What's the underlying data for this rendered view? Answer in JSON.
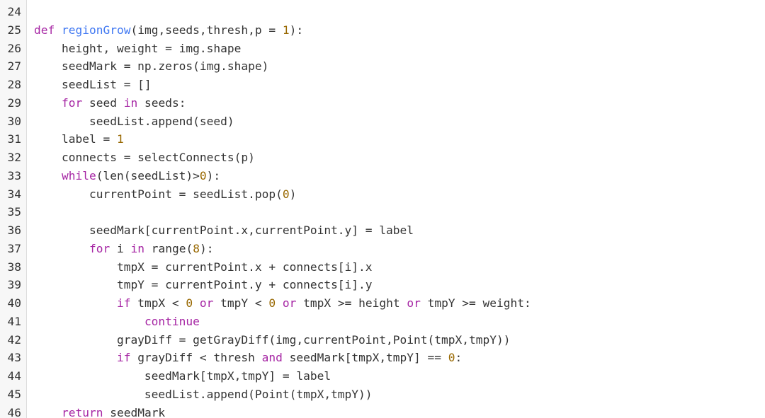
{
  "editor": {
    "lines": [
      {
        "num": "24",
        "tokens": []
      },
      {
        "num": "25",
        "tokens": [
          {
            "t": "kw",
            "v": "def"
          },
          {
            "t": "plain",
            "v": " "
          },
          {
            "t": "fn",
            "v": "regionGrow"
          },
          {
            "t": "plain",
            "v": "(img,seeds,thresh,p = "
          },
          {
            "t": "num",
            "v": "1"
          },
          {
            "t": "plain",
            "v": "):"
          }
        ]
      },
      {
        "num": "26",
        "tokens": [
          {
            "t": "plain",
            "v": "    height, weight = img.shape"
          }
        ]
      },
      {
        "num": "27",
        "tokens": [
          {
            "t": "plain",
            "v": "    seedMark = np.zeros(img.shape)"
          }
        ]
      },
      {
        "num": "28",
        "tokens": [
          {
            "t": "plain",
            "v": "    seedList = []"
          }
        ]
      },
      {
        "num": "29",
        "tokens": [
          {
            "t": "plain",
            "v": "    "
          },
          {
            "t": "kw",
            "v": "for"
          },
          {
            "t": "plain",
            "v": " seed "
          },
          {
            "t": "kw",
            "v": "in"
          },
          {
            "t": "plain",
            "v": " seeds:"
          }
        ]
      },
      {
        "num": "30",
        "tokens": [
          {
            "t": "plain",
            "v": "        seedList.append(seed)"
          }
        ]
      },
      {
        "num": "31",
        "tokens": [
          {
            "t": "plain",
            "v": "    label = "
          },
          {
            "t": "num",
            "v": "1"
          }
        ]
      },
      {
        "num": "32",
        "tokens": [
          {
            "t": "plain",
            "v": "    connects = selectConnects(p)"
          }
        ]
      },
      {
        "num": "33",
        "tokens": [
          {
            "t": "plain",
            "v": "    "
          },
          {
            "t": "kw",
            "v": "while"
          },
          {
            "t": "plain",
            "v": "(len(seedList)>"
          },
          {
            "t": "num",
            "v": "0"
          },
          {
            "t": "plain",
            "v": "):"
          }
        ]
      },
      {
        "num": "34",
        "tokens": [
          {
            "t": "plain",
            "v": "        currentPoint = seedList.pop("
          },
          {
            "t": "num",
            "v": "0"
          },
          {
            "t": "plain",
            "v": ")"
          }
        ]
      },
      {
        "num": "35",
        "tokens": []
      },
      {
        "num": "36",
        "tokens": [
          {
            "t": "plain",
            "v": "        seedMark[currentPoint.x,currentPoint.y] = label"
          }
        ]
      },
      {
        "num": "37",
        "tokens": [
          {
            "t": "plain",
            "v": "        "
          },
          {
            "t": "kw",
            "v": "for"
          },
          {
            "t": "plain",
            "v": " i "
          },
          {
            "t": "kw",
            "v": "in"
          },
          {
            "t": "plain",
            "v": " range("
          },
          {
            "t": "num",
            "v": "8"
          },
          {
            "t": "plain",
            "v": "):"
          }
        ]
      },
      {
        "num": "38",
        "tokens": [
          {
            "t": "plain",
            "v": "            tmpX = currentPoint.x + connects[i].x"
          }
        ]
      },
      {
        "num": "39",
        "tokens": [
          {
            "t": "plain",
            "v": "            tmpY = currentPoint.y + connects[i].y"
          }
        ]
      },
      {
        "num": "40",
        "tokens": [
          {
            "t": "plain",
            "v": "            "
          },
          {
            "t": "kw",
            "v": "if"
          },
          {
            "t": "plain",
            "v": " tmpX < "
          },
          {
            "t": "num",
            "v": "0"
          },
          {
            "t": "plain",
            "v": " "
          },
          {
            "t": "kw",
            "v": "or"
          },
          {
            "t": "plain",
            "v": " tmpY < "
          },
          {
            "t": "num",
            "v": "0"
          },
          {
            "t": "plain",
            "v": " "
          },
          {
            "t": "kw",
            "v": "or"
          },
          {
            "t": "plain",
            "v": " tmpX >= height "
          },
          {
            "t": "kw",
            "v": "or"
          },
          {
            "t": "plain",
            "v": " tmpY >= weight:"
          }
        ]
      },
      {
        "num": "41",
        "tokens": [
          {
            "t": "plain",
            "v": "                "
          },
          {
            "t": "kw",
            "v": "continue"
          }
        ]
      },
      {
        "num": "42",
        "tokens": [
          {
            "t": "plain",
            "v": "            grayDiff = getGrayDiff(img,currentPoint,Point(tmpX,tmpY))"
          }
        ]
      },
      {
        "num": "43",
        "tokens": [
          {
            "t": "plain",
            "v": "            "
          },
          {
            "t": "kw",
            "v": "if"
          },
          {
            "t": "plain",
            "v": " grayDiff < thresh "
          },
          {
            "t": "kw",
            "v": "and"
          },
          {
            "t": "plain",
            "v": " seedMark[tmpX,tmpY] == "
          },
          {
            "t": "num",
            "v": "0"
          },
          {
            "t": "plain",
            "v": ":"
          }
        ]
      },
      {
        "num": "44",
        "tokens": [
          {
            "t": "plain",
            "v": "                seedMark[tmpX,tmpY] = label"
          }
        ]
      },
      {
        "num": "45",
        "tokens": [
          {
            "t": "plain",
            "v": "                seedList.append(Point(tmpX,tmpY))"
          }
        ]
      },
      {
        "num": "46",
        "tokens": [
          {
            "t": "plain",
            "v": "    "
          },
          {
            "t": "kw",
            "v": "return"
          },
          {
            "t": "plain",
            "v": " seedMark"
          }
        ]
      }
    ]
  },
  "colors": {
    "keyword": "#a626a4",
    "function": "#4078f2",
    "number": "#986801",
    "text": "#333333",
    "gutter_bg": "#f7f7f7",
    "gutter_border": "#dddddd"
  }
}
